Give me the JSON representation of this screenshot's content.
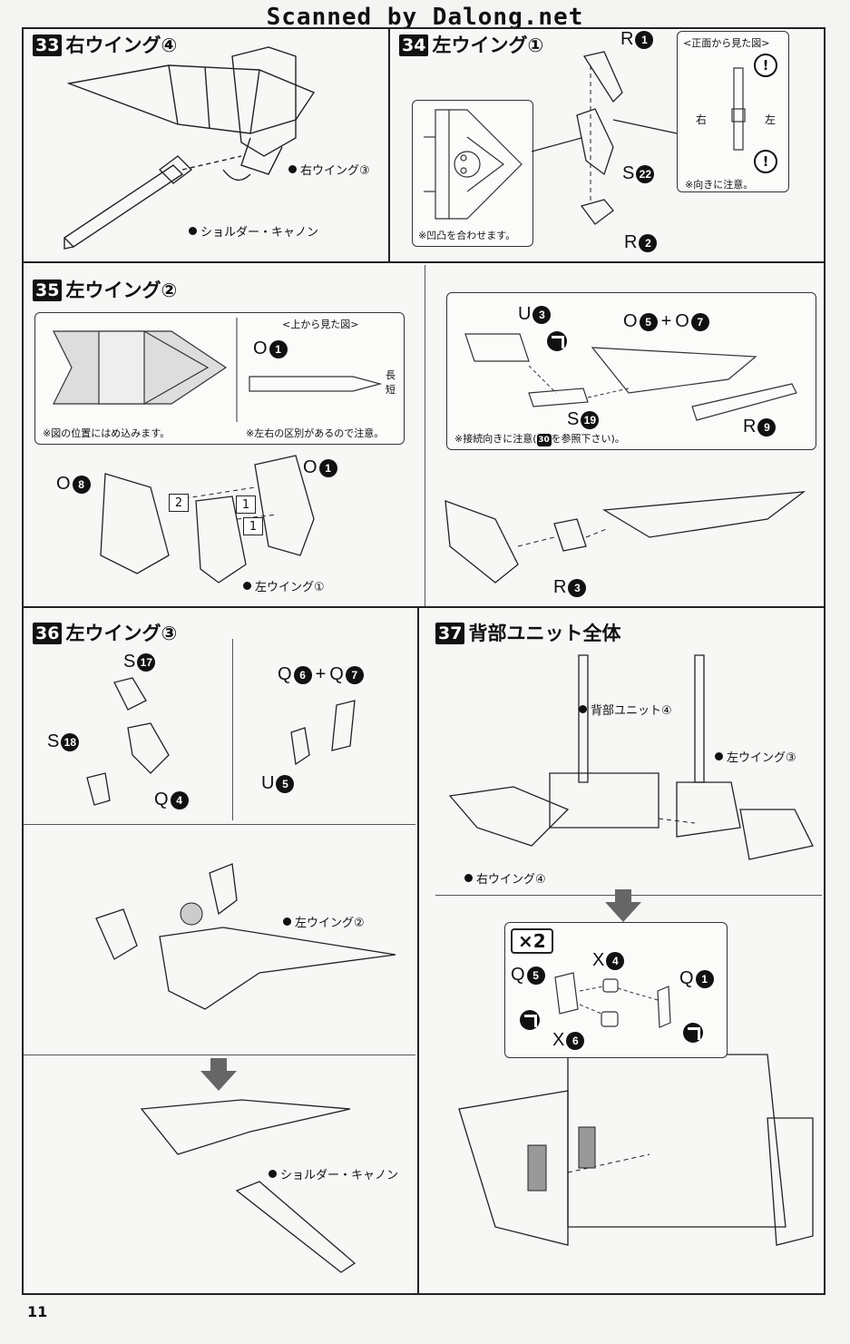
{
  "scan_credit": "Scanned by Dalong.net",
  "page_number": "11",
  "steps": {
    "s33": {
      "number": "33",
      "title": "右ウイング④",
      "labels": {
        "right_wing3": "右ウイング③",
        "shoulder_cannon": "ショルダー・キャノン"
      }
    },
    "s34": {
      "number": "34",
      "title": "左ウイング①",
      "note_align": "※凹凸を合わせます。",
      "front_view_title": "<正面から見た図>",
      "front_view_right": "右",
      "front_view_left": "左",
      "front_view_note": "※向きに注意。",
      "parts": {
        "r1": {
          "letter": "R",
          "num": "1"
        },
        "s22": {
          "letter": "S",
          "num": "22"
        },
        "r2": {
          "letter": "R",
          "num": "2"
        }
      }
    },
    "s35": {
      "number": "35",
      "title": "左ウイング②",
      "inset_note": "※図の位置にはめ込みます。",
      "top_view_title": "<上から見た図>",
      "top_view_note": "※左右の区別があるので注意。",
      "long_label": "長",
      "short_label": "短",
      "connect_note": "※接続向きに注意(",
      "connect_ref": "30",
      "connect_note_end": "を参照下さい)。",
      "left_wing1": "左ウイング①",
      "tags": [
        "2",
        "1",
        "1"
      ],
      "parts": {
        "o1a": {
          "letter": "O",
          "num": "1"
        },
        "o8": {
          "letter": "O",
          "num": "8"
        },
        "o1b": {
          "letter": "O",
          "num": "1"
        },
        "u3": {
          "letter": "U",
          "num": "3"
        },
        "o5": {
          "letter": "O",
          "num": "5"
        },
        "o7": {
          "letter": "O",
          "num": "7"
        },
        "s19": {
          "letter": "S",
          "num": "19"
        },
        "r9": {
          "letter": "R",
          "num": "9"
        },
        "r3": {
          "letter": "R",
          "num": "3"
        }
      },
      "plus": "+"
    },
    "s36": {
      "number": "36",
      "title": "左ウイング③",
      "left_wing2": "左ウイング②",
      "shoulder_cannon": "ショルダー・キャノン",
      "parts": {
        "s17": {
          "letter": "S",
          "num": "17"
        },
        "s18": {
          "letter": "S",
          "num": "18"
        },
        "q4": {
          "letter": "Q",
          "num": "4"
        },
        "q6": {
          "letter": "Q",
          "num": "6"
        },
        "q7": {
          "letter": "Q",
          "num": "7"
        },
        "u5": {
          "letter": "U",
          "num": "5"
        }
      },
      "plus": "+"
    },
    "s37": {
      "number": "37",
      "title": "背部ユニット全体",
      "back_unit4": "背部ユニット④",
      "left_wing3": "左ウイング③",
      "right_wing4": "右ウイング④",
      "x2": "×2",
      "parts": {
        "x4": {
          "letter": "X",
          "num": "4"
        },
        "q5": {
          "letter": "Q",
          "num": "5"
        },
        "q1": {
          "letter": "Q",
          "num": "1"
        },
        "x6": {
          "letter": "X",
          "num": "6"
        }
      }
    }
  }
}
